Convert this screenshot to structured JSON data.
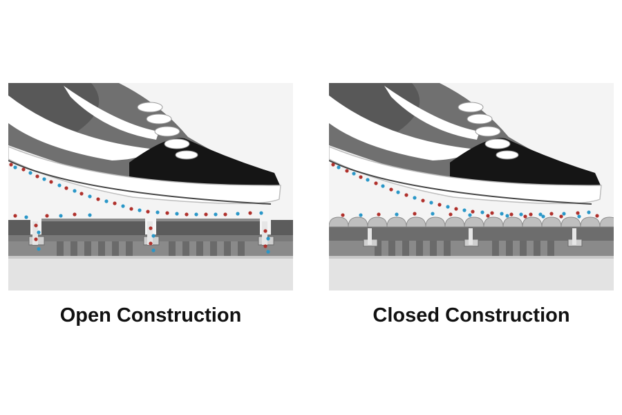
{
  "panels": [
    {
      "id": "open",
      "caption": "Open Construction"
    },
    {
      "id": "closed",
      "caption": "Closed Construction"
    }
  ],
  "colors": {
    "panel_bg": "#f4f4f4",
    "floor_stripe": "#c8c8c8",
    "floor_base": "#e3e3e3",
    "mat_dark": "#5c5c5c",
    "mat_mid": "#8d8d8d",
    "mat_light": "#bfbfbf",
    "shoe_black": "#151515",
    "shoe_gray": "#707070",
    "sole_white": "#ffffff",
    "dirt_red": "#b0312c",
    "moisture_blue": "#2a97c8"
  },
  "icons": [
    "shoe-icon",
    "mat-icon"
  ]
}
